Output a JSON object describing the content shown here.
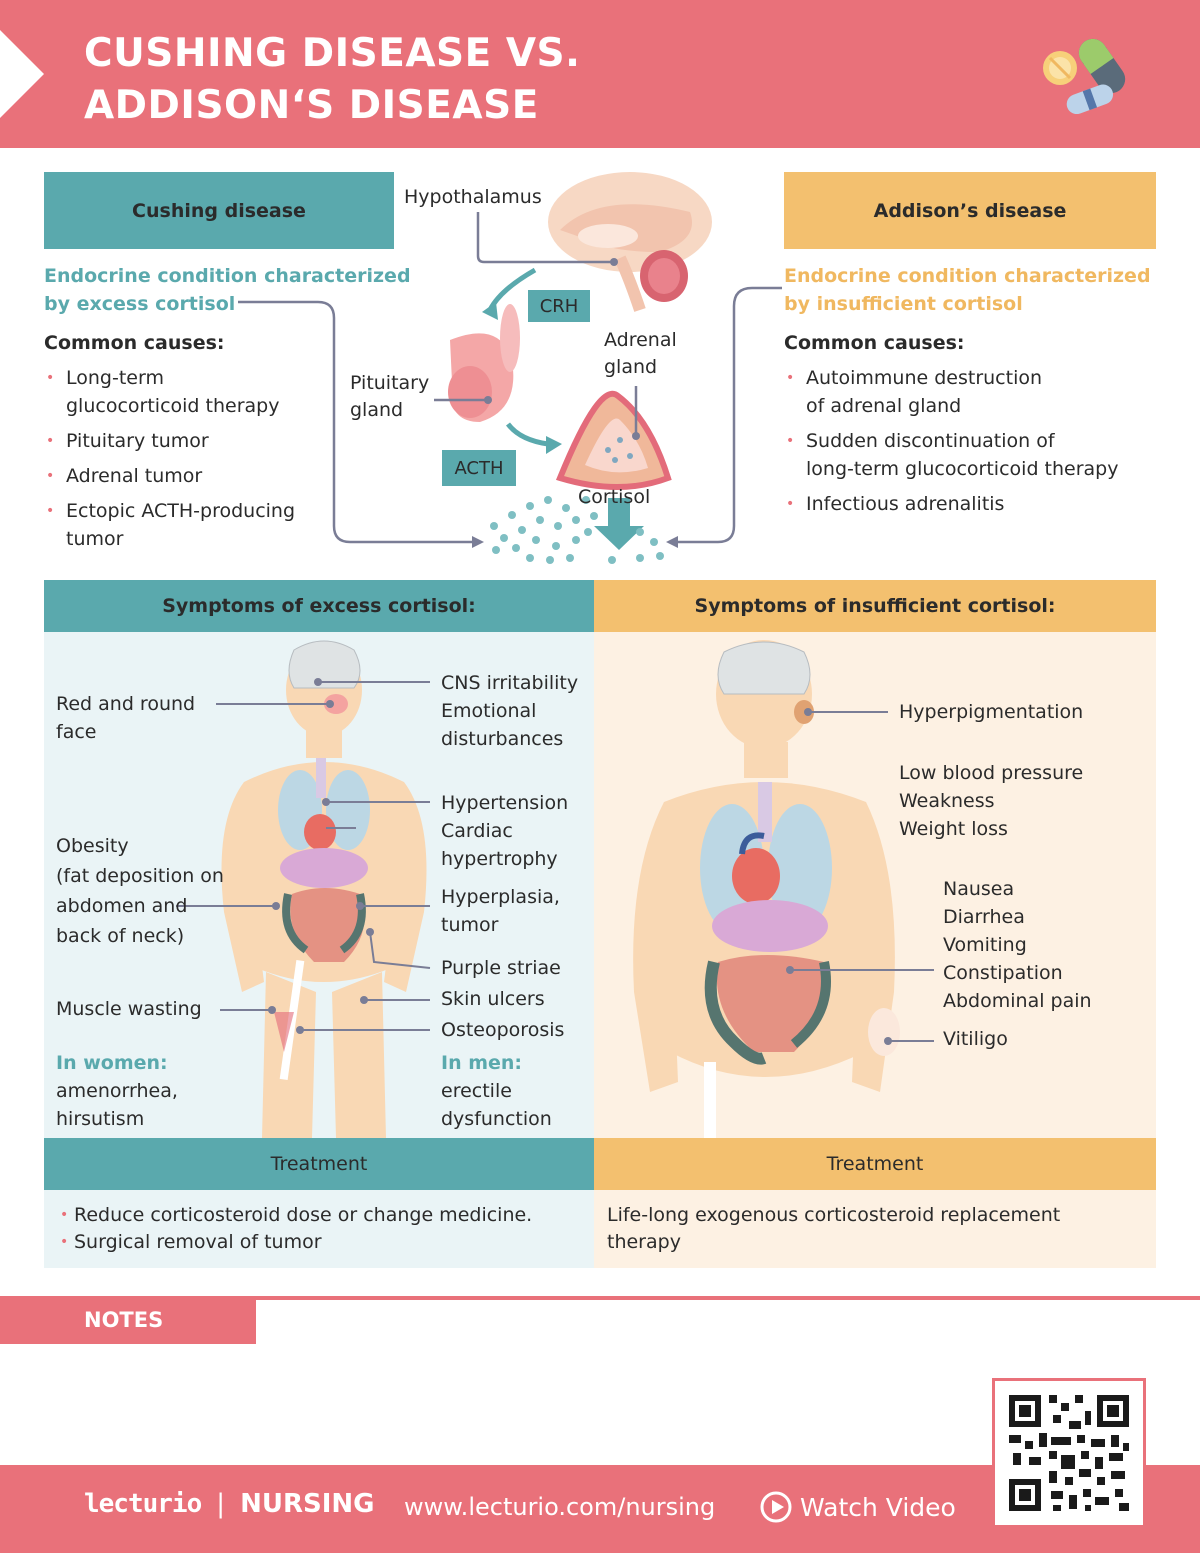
{
  "header": {
    "title_line1": "CUSHING DISEASE VS.",
    "title_line2": "ADDISON‘S DISEASE",
    "icon": "pills-icon"
  },
  "cushing": {
    "title": "Cushing disease",
    "definition_line1": "Endocrine condition characterized",
    "definition_line2": "by excess cortisol",
    "causes_title": "Common causes:",
    "causes": [
      [
        "Long-term",
        "glucocorticoid therapy"
      ],
      [
        "Pituitary tumor"
      ],
      [
        "Adrenal tumor"
      ],
      [
        "Ectopic ACTH-producing",
        "tumor"
      ]
    ]
  },
  "addison": {
    "title": "Addison’s disease",
    "definition_line1": "Endocrine condition characterized",
    "definition_line2": "by insufficient cortisol",
    "causes_title": "Common causes:",
    "causes": [
      [
        "Autoimmune destruction",
        "of adrenal gland"
      ],
      [
        "Sudden discontinuation of",
        "long-term glucocorticoid therapy"
      ],
      [
        "Infectious adrenalitis"
      ]
    ]
  },
  "diagram": {
    "hypothalamus": "Hypothalamus",
    "crh": "CRH",
    "pituitary_line1": "Pituitary",
    "pituitary_line2": "gland",
    "adrenal_line1": "Adrenal",
    "adrenal_line2": "gland",
    "acth": "ACTH",
    "cortisol": "Cortisol"
  },
  "symptoms_excess": {
    "title": "Symptoms of excess cortisol:",
    "red_face": [
      "Red and round",
      "face"
    ],
    "cns": [
      "CNS irritability",
      "Emotional",
      "disturbances"
    ],
    "hypertension": [
      "Hypertension",
      "Cardiac",
      "hypertrophy"
    ],
    "obesity": [
      "Obesity",
      "(fat deposition on",
      "abdomen and",
      "back of neck)"
    ],
    "hyperplasia": [
      "Hyperplasia,",
      "tumor"
    ],
    "purple": "Purple striae",
    "skin": "Skin ulcers",
    "osteo": "Osteoporosis",
    "muscle": "Muscle wasting",
    "women_title": "In women:",
    "women": [
      "amenorrhea,",
      "hirsutism"
    ],
    "men_title": "In men:",
    "men": [
      "erectile",
      "dysfunction"
    ]
  },
  "symptoms_insufficient": {
    "title": "Symptoms of insufficient cortisol:",
    "hyperpigmentation": "Hyperpigmentation",
    "bp": [
      "Low blood pressure",
      "Weakness",
      "Weight loss"
    ],
    "gi": [
      "Nausea",
      "Diarrhea",
      "Vomiting",
      "Constipation",
      "Abdominal pain"
    ],
    "vitiligo": "Vitiligo"
  },
  "treatment_left": {
    "title": "Treatment",
    "items": [
      "Reduce corticosteroid dose or change medicine.",
      "Surgical removal of tumor"
    ]
  },
  "treatment_right": {
    "title": "Treatment",
    "text_line1": "Life-long exogenous corticosteroid replacement",
    "text_line2": "therapy"
  },
  "notes": {
    "label": "NOTES"
  },
  "footer": {
    "brand": "lecturio",
    "divider": "|",
    "brand_sub": "NURSING",
    "url": "www.lecturio.com/nursing",
    "watch": "Watch Video",
    "qr_icon": "qr-code-icon"
  },
  "colors": {
    "coral": "#e9717a",
    "teal": "#5aa9ad",
    "orange": "#f3c06f"
  }
}
